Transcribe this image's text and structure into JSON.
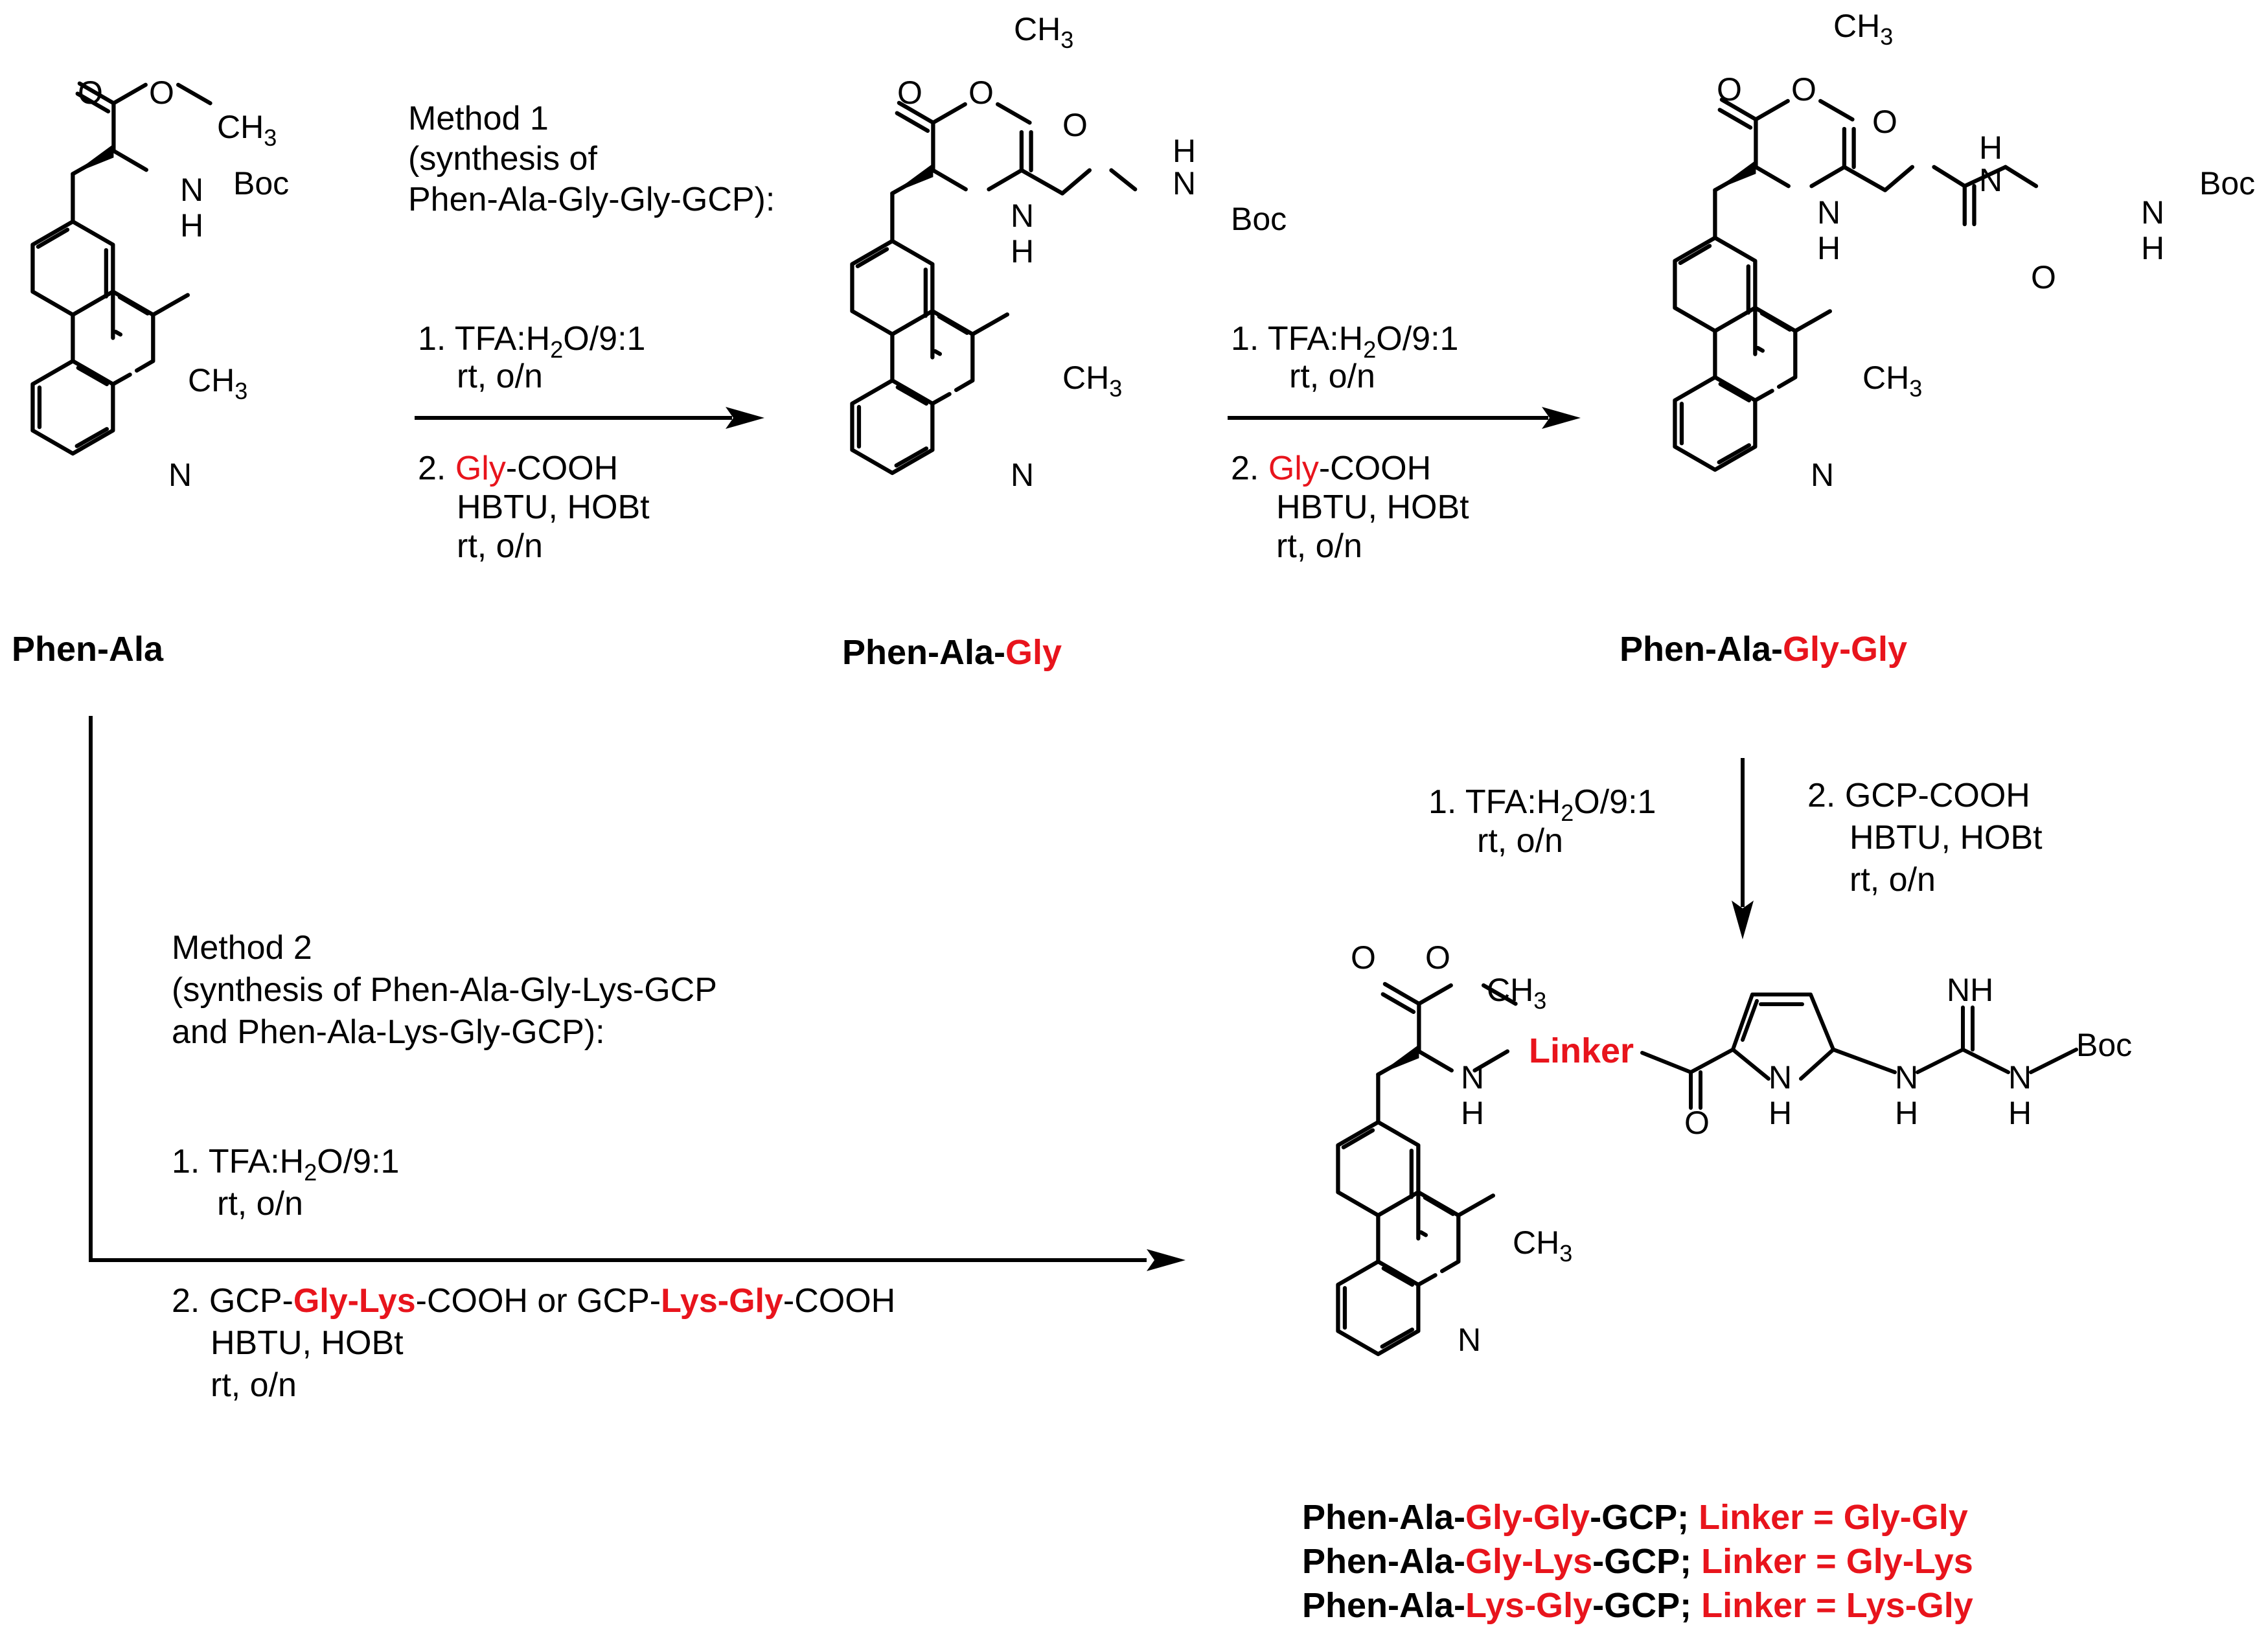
{
  "atoms": {
    "O": "O",
    "N": "N",
    "H": "H",
    "NH": "NH",
    "Boc": "Boc",
    "CH3": "CH",
    "sub3": "3"
  },
  "compounds": {
    "c1": [
      "Phen-Ala"
    ],
    "c2": [
      "Phen-Ala-",
      "Gly"
    ],
    "c3": [
      "Phen-Ala-",
      "Gly-Gly"
    ]
  },
  "linker_label": "Linker",
  "method1": {
    "title": [
      "Method 1",
      "(synthesis of",
      "Phen-Ala-Gly-Gly-GCP):"
    ]
  },
  "step": {
    "s1": "1. TFA:H",
    "s1_sub": "2",
    "s1_end": "O/9:1",
    "rt_on": "rt, o/n",
    "s2_prefix": "2. ",
    "gly": "Gly",
    "cooh": "-COOH",
    "hbtu": "HBTU, HOBt"
  },
  "step_gcp": {
    "s2": "2. GCP-COOH",
    "hbtu": "HBTU, HOBt",
    "rt_on": "rt, o/n"
  },
  "method2": {
    "title": [
      "Method 2",
      "(synthesis of Phen-Ala-Gly-Lys-GCP",
      "and Phen-Ala-Lys-Gly-GCP):"
    ],
    "s2_parts": [
      "2. GCP-",
      "Gly-Lys",
      "-COOH or GCP-",
      "Lys-Gly",
      "-COOH"
    ],
    "hbtu": "HBTU, HOBt",
    "rt_on": "rt, o/n"
  },
  "products": [
    {
      "parts": [
        "Phen-Ala-",
        "Gly-Gly",
        "-GCP; ",
        "Linker = Gly-Gly"
      ]
    },
    {
      "parts": [
        "Phen-Ala-",
        "Gly-Lys",
        "-GCP; ",
        "Linker = Gly-Lys"
      ]
    },
    {
      "parts": [
        "Phen-Ala-",
        "Lys-Gly",
        "-GCP; ",
        "Linker = Lys-Gly"
      ]
    }
  ]
}
